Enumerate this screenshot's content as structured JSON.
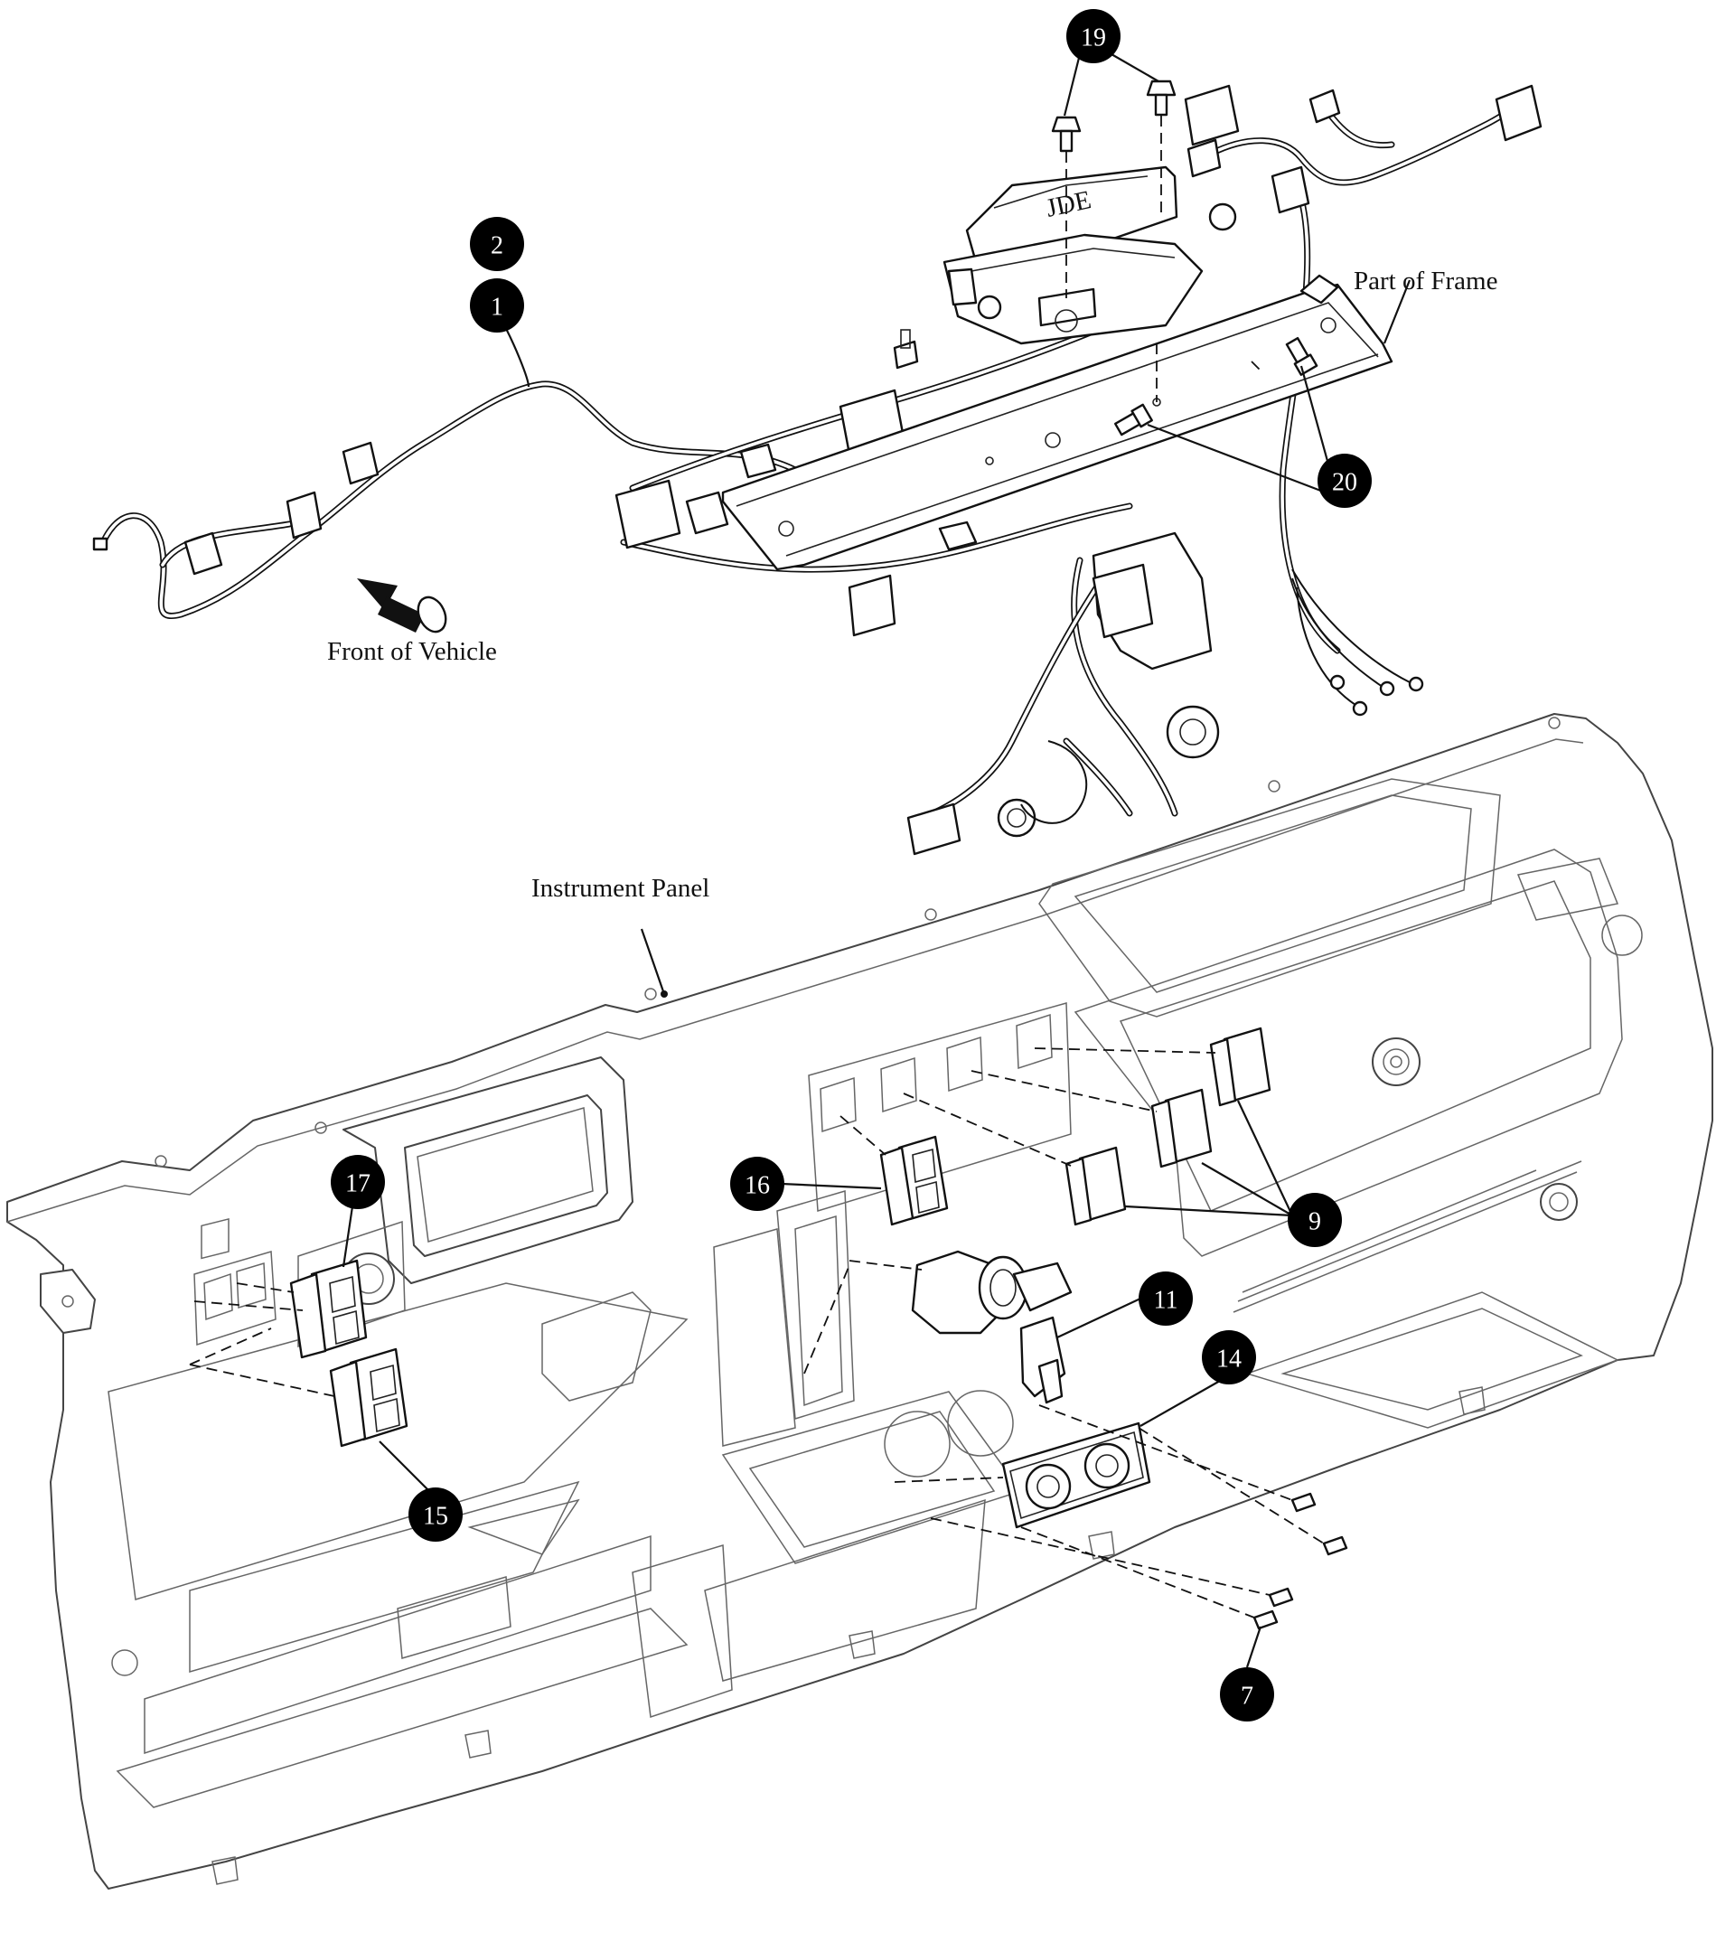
{
  "labels": {
    "front_of_vehicle": "Front of Vehicle",
    "part_of_frame": "Part of Frame",
    "instrument_panel": "Instrument Panel"
  },
  "callouts": {
    "c1": "1",
    "c2": "2",
    "c7": "7",
    "c9": "9",
    "c11": "11",
    "c14": "14",
    "c15": "15",
    "c16": "16",
    "c17": "17",
    "c19": "19",
    "c20": "20"
  },
  "icons": {
    "direction_arrow": "arrow-icon",
    "brand_logo": "logo-icon"
  },
  "colors": {
    "ink": "#111111",
    "callout_fill": "#000000",
    "callout_text": "#ffffff",
    "background": "#ffffff"
  }
}
